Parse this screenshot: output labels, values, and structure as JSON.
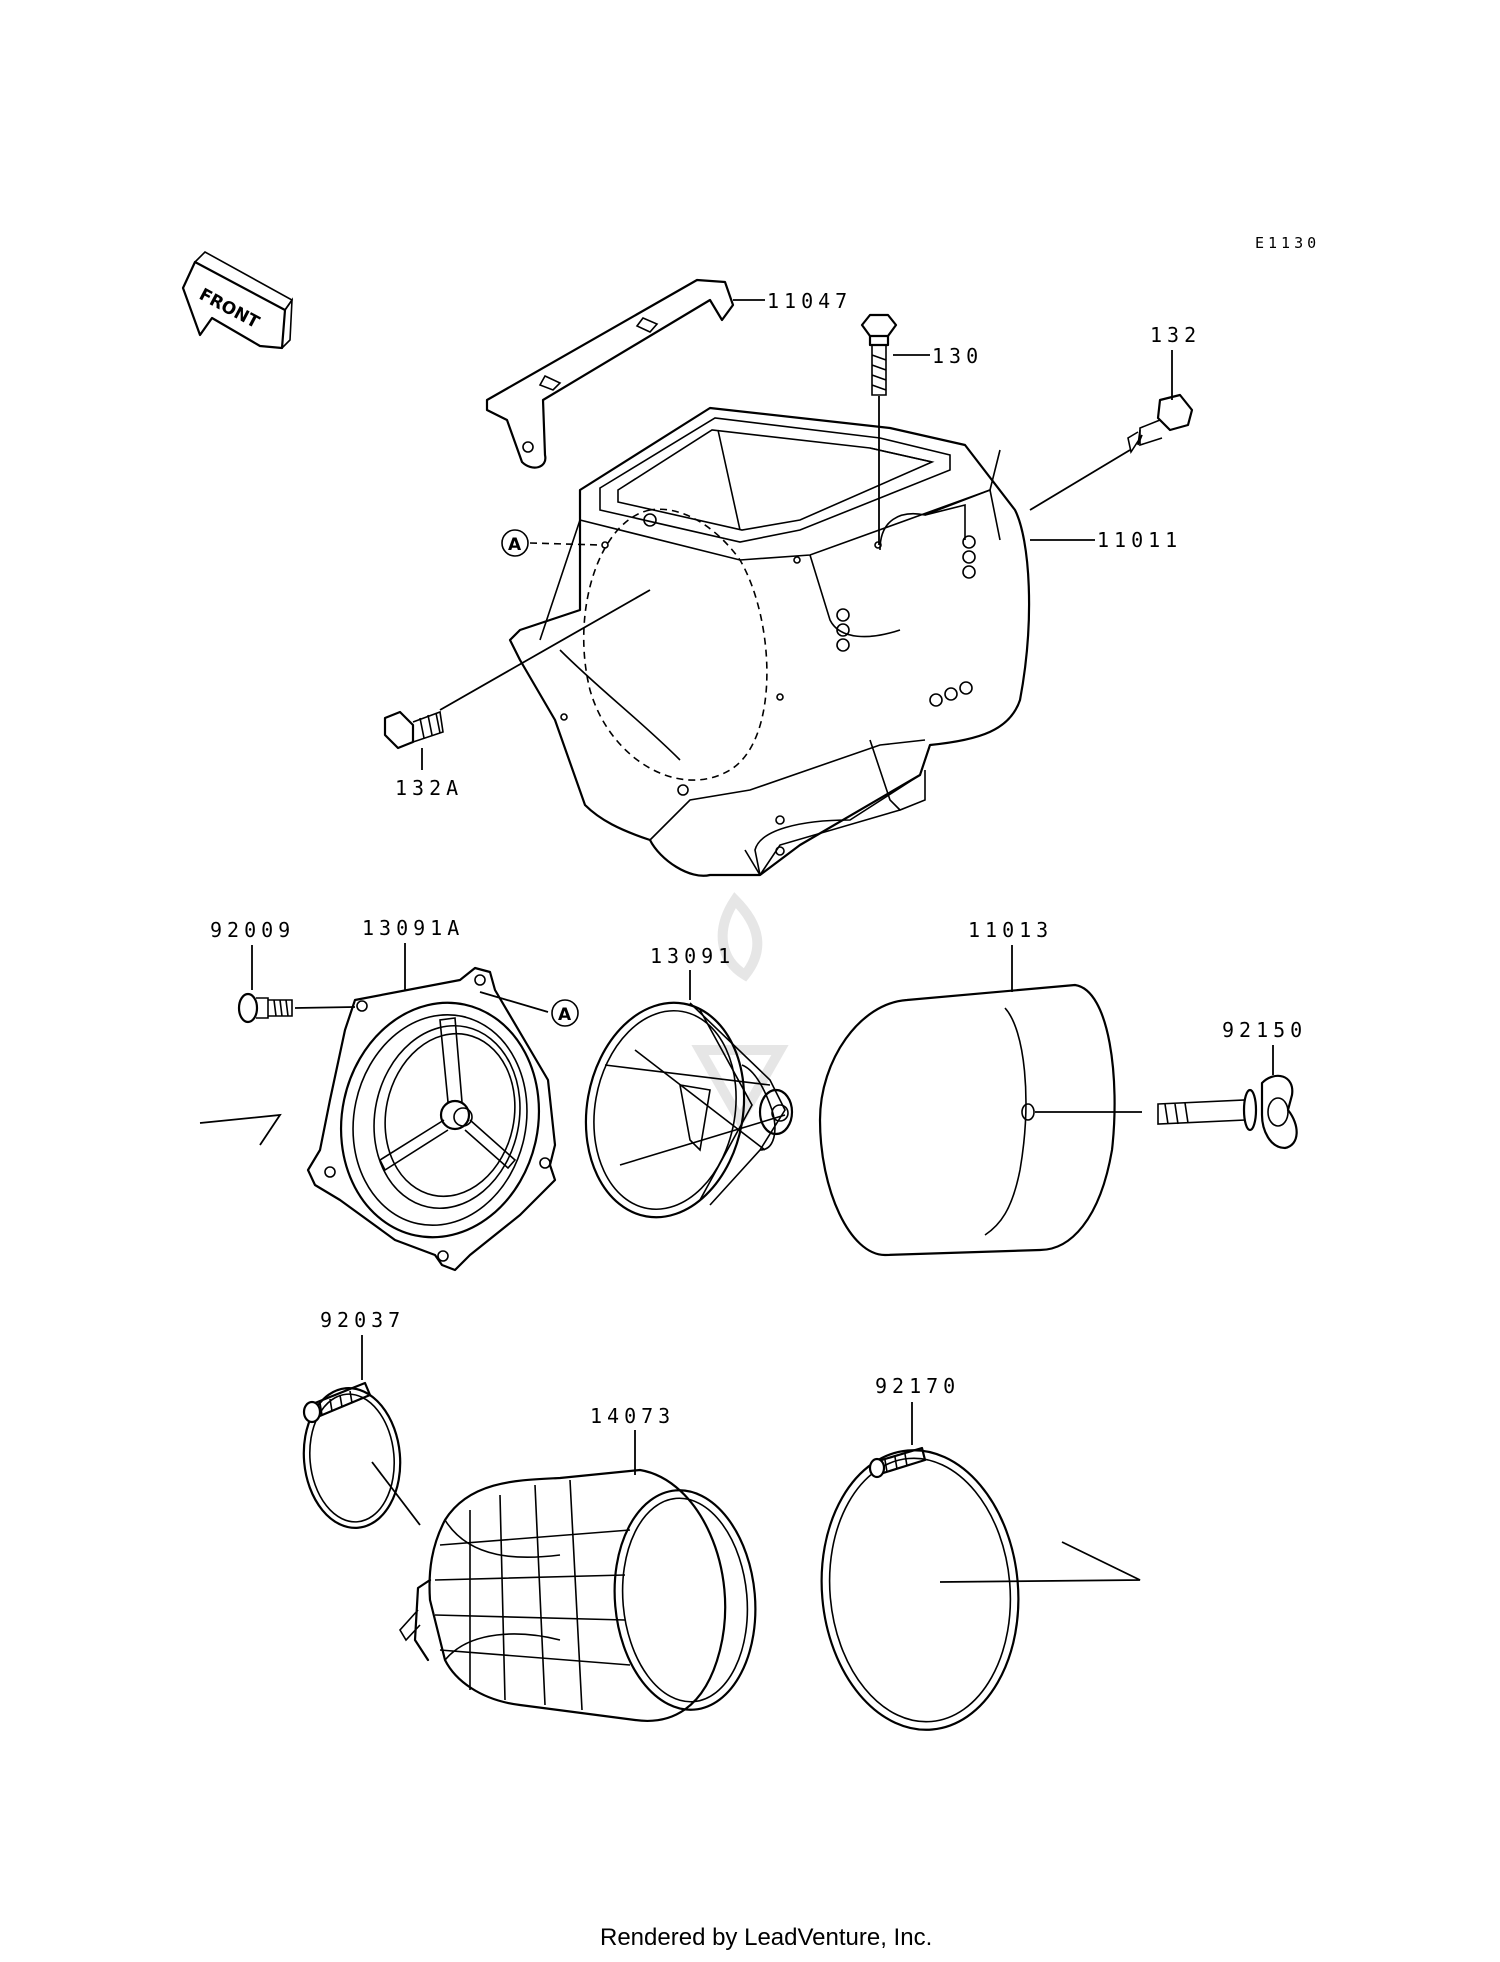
{
  "diagram": {
    "code": "E1130",
    "front": "FRONT",
    "callout": "A",
    "parts": {
      "p11047": "11047",
      "p130": "130",
      "p132": "132",
      "p11011": "11011",
      "p132A": "132A",
      "p92009": "92009",
      "p13091A": "13091A",
      "p13091": "13091",
      "p11013": "11013",
      "p92150": "92150",
      "p92037": "92037",
      "p14073": "14073",
      "p92170": "92170"
    },
    "footer": "Rendered by LeadVenture, Inc."
  }
}
